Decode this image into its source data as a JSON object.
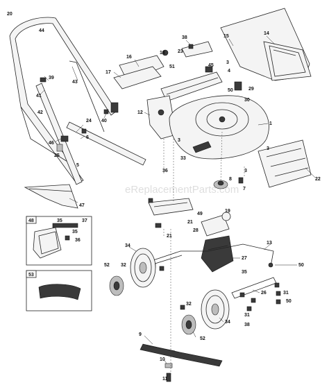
{
  "watermark": "eReplacementParts.com",
  "insets": [
    {
      "tag": "48"
    },
    {
      "tag": "53"
    }
  ],
  "labels": [
    "20",
    "44",
    "39",
    "41",
    "42",
    "43",
    "24",
    "40",
    "6",
    "46",
    "25",
    "5",
    "47",
    "38",
    "23",
    "18",
    "51",
    "16",
    "17",
    "15",
    "14",
    "45",
    "4",
    "50",
    "3",
    "29",
    "30",
    "12",
    "1",
    "3",
    "3",
    "22",
    "3",
    "36",
    "33",
    "8",
    "7",
    "49",
    "19",
    "28",
    "21",
    "21",
    "13",
    "27",
    "34",
    "32",
    "52",
    "50",
    "26",
    "31",
    "35",
    "50",
    "32",
    "34",
    "31",
    "38",
    "9",
    "52",
    "10",
    "11",
    "35",
    "37",
    "36",
    "35"
  ]
}
